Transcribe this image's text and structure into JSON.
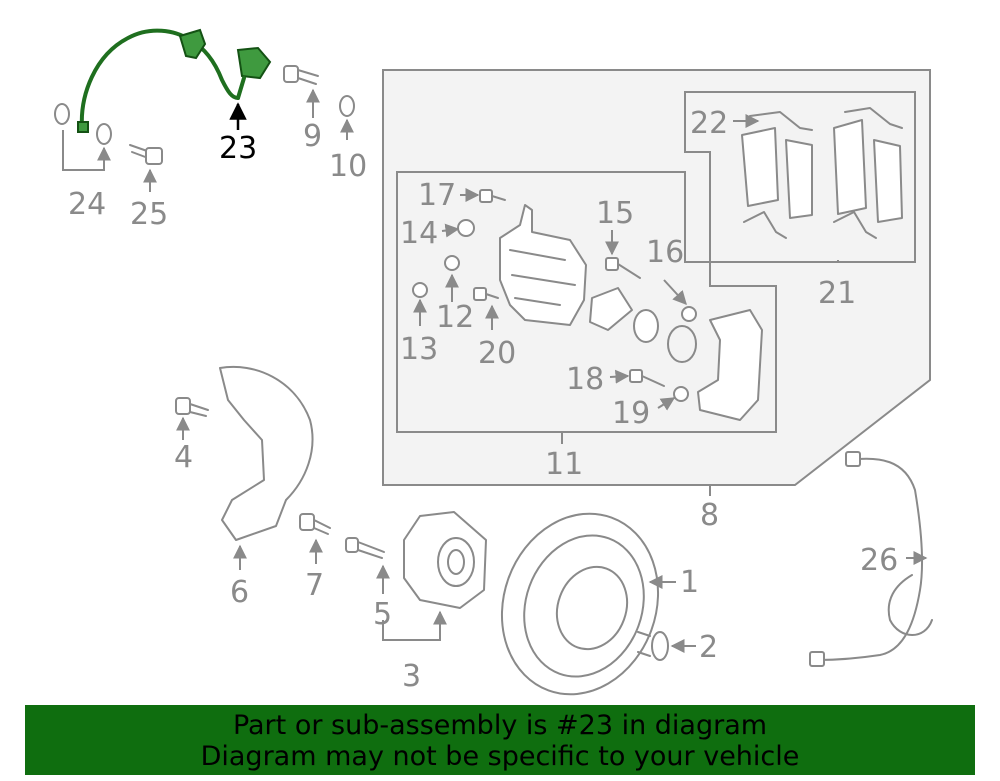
{
  "diagram": {
    "callouts": {
      "p1": "1",
      "p2": "2",
      "p3": "3",
      "p4": "4",
      "p5": "5",
      "p6": "6",
      "p7": "7",
      "p8": "8",
      "p9": "9",
      "p10": "10",
      "p11": "11",
      "p12": "12",
      "p13": "13",
      "p14": "14",
      "p15": "15",
      "p16": "16",
      "p17": "17",
      "p18": "18",
      "p19": "19",
      "p20": "20",
      "p21": "21",
      "p22": "22",
      "p23": "23",
      "p24": "24",
      "p25": "25",
      "p26": "26"
    },
    "highlighted_part": "23"
  },
  "banner": {
    "line1": "Part or sub-assembly is #23 in diagram",
    "line2": "Diagram may not be specific to your vehicle"
  },
  "colors": {
    "banner_background": "#0f6e0f",
    "highlight_part": "#3f9a3f",
    "outline_gray": "#8a8a8a"
  }
}
